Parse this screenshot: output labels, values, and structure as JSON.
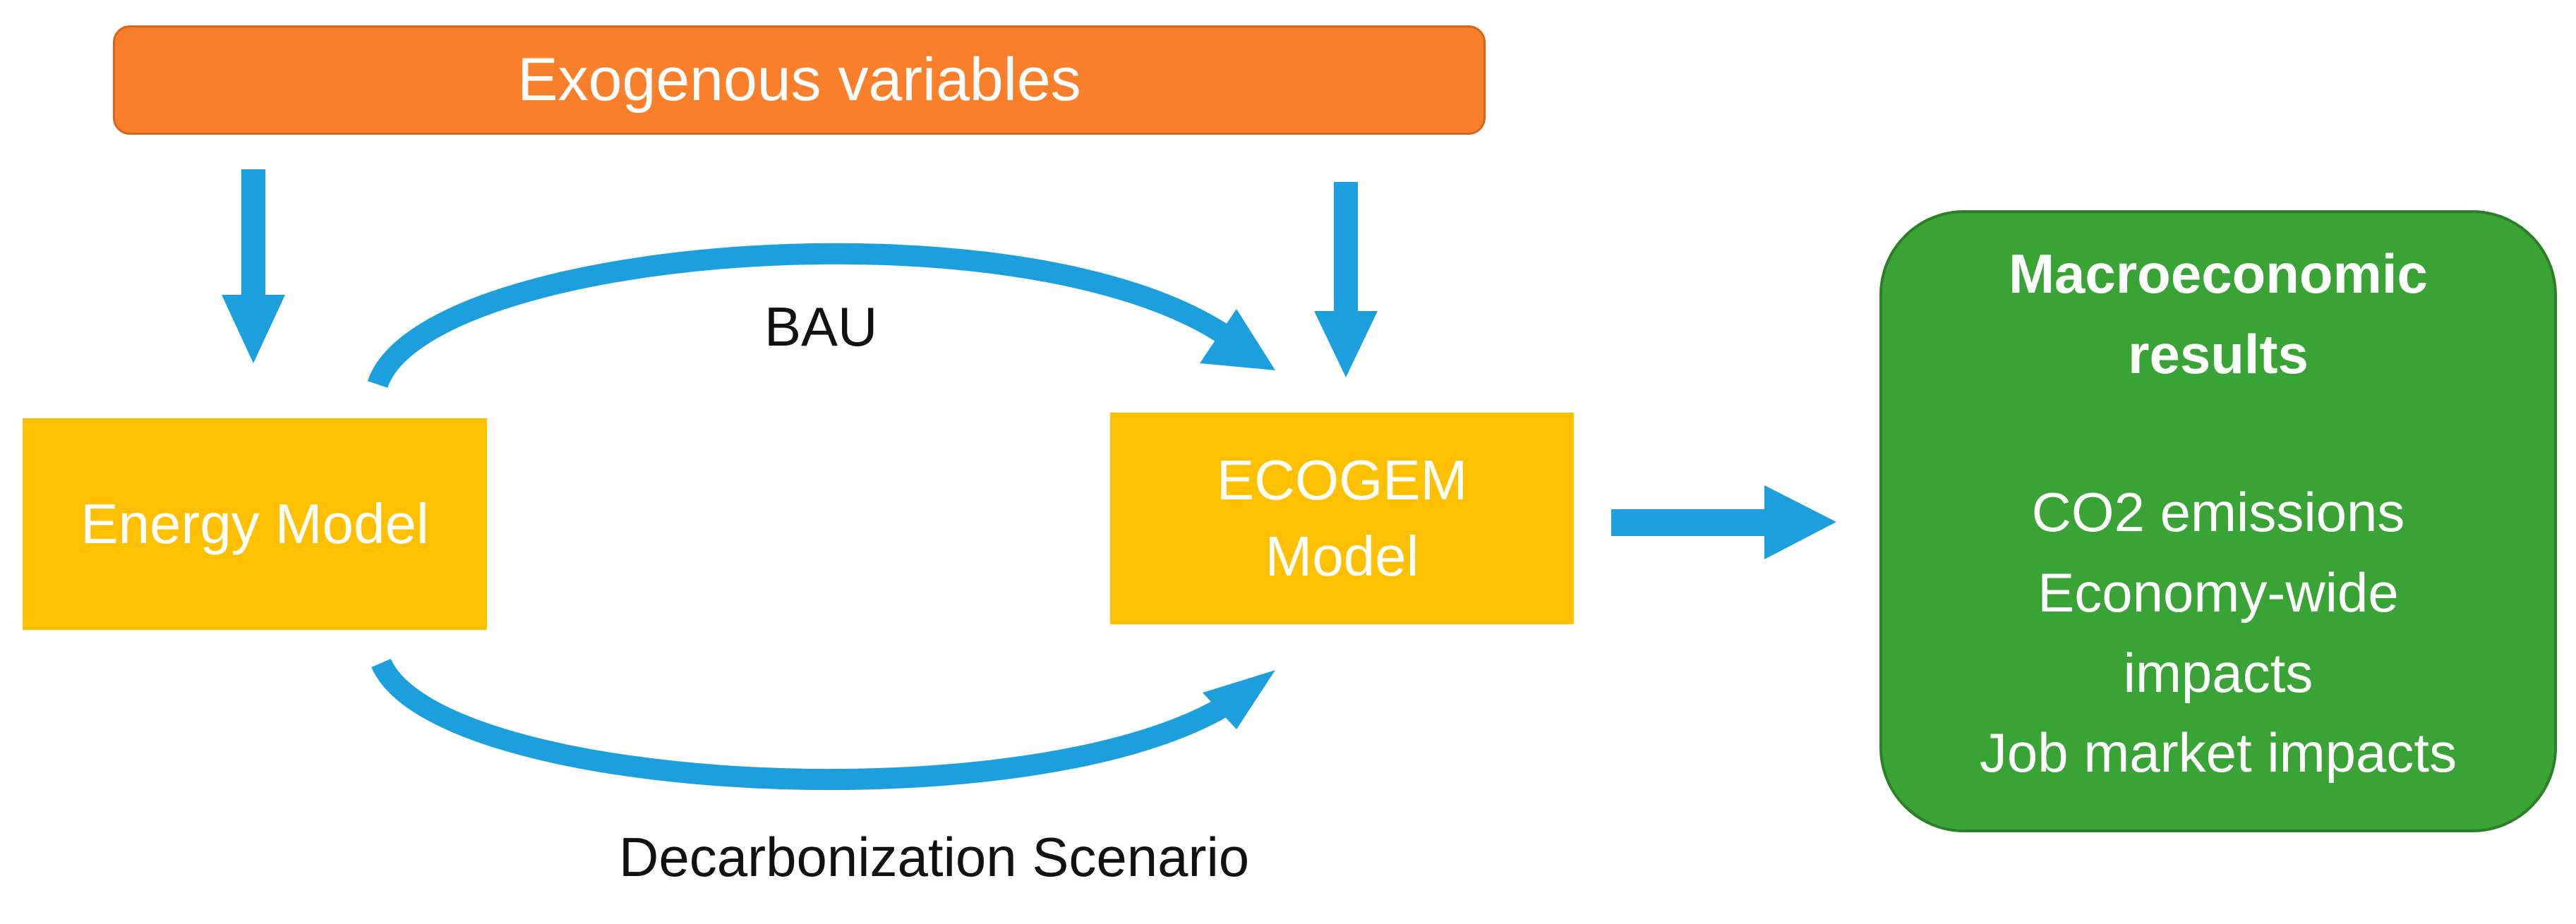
{
  "diagram": {
    "nodes": {
      "exogenous": {
        "label": "Exogenous variables"
      },
      "energy_model": {
        "label": "Energy Model"
      },
      "ecogem_model": {
        "line1": "ECOGEM",
        "line2": "Model"
      },
      "results": {
        "title_line1": "Macroeconomic",
        "title_line2": "results",
        "items": [
          "CO2 emissions",
          "Economy-wide",
          "impacts",
          "Job market impacts"
        ]
      }
    },
    "edges": {
      "bau": {
        "label": "BAU"
      },
      "decarbonization": {
        "label": "Decarbonization Scenario"
      }
    }
  },
  "colors": {
    "exogenous_fill": "#f97f2a",
    "model_fill": "#ffc000",
    "results_fill": "#3aa335",
    "arrow": "#1ba0dd"
  }
}
